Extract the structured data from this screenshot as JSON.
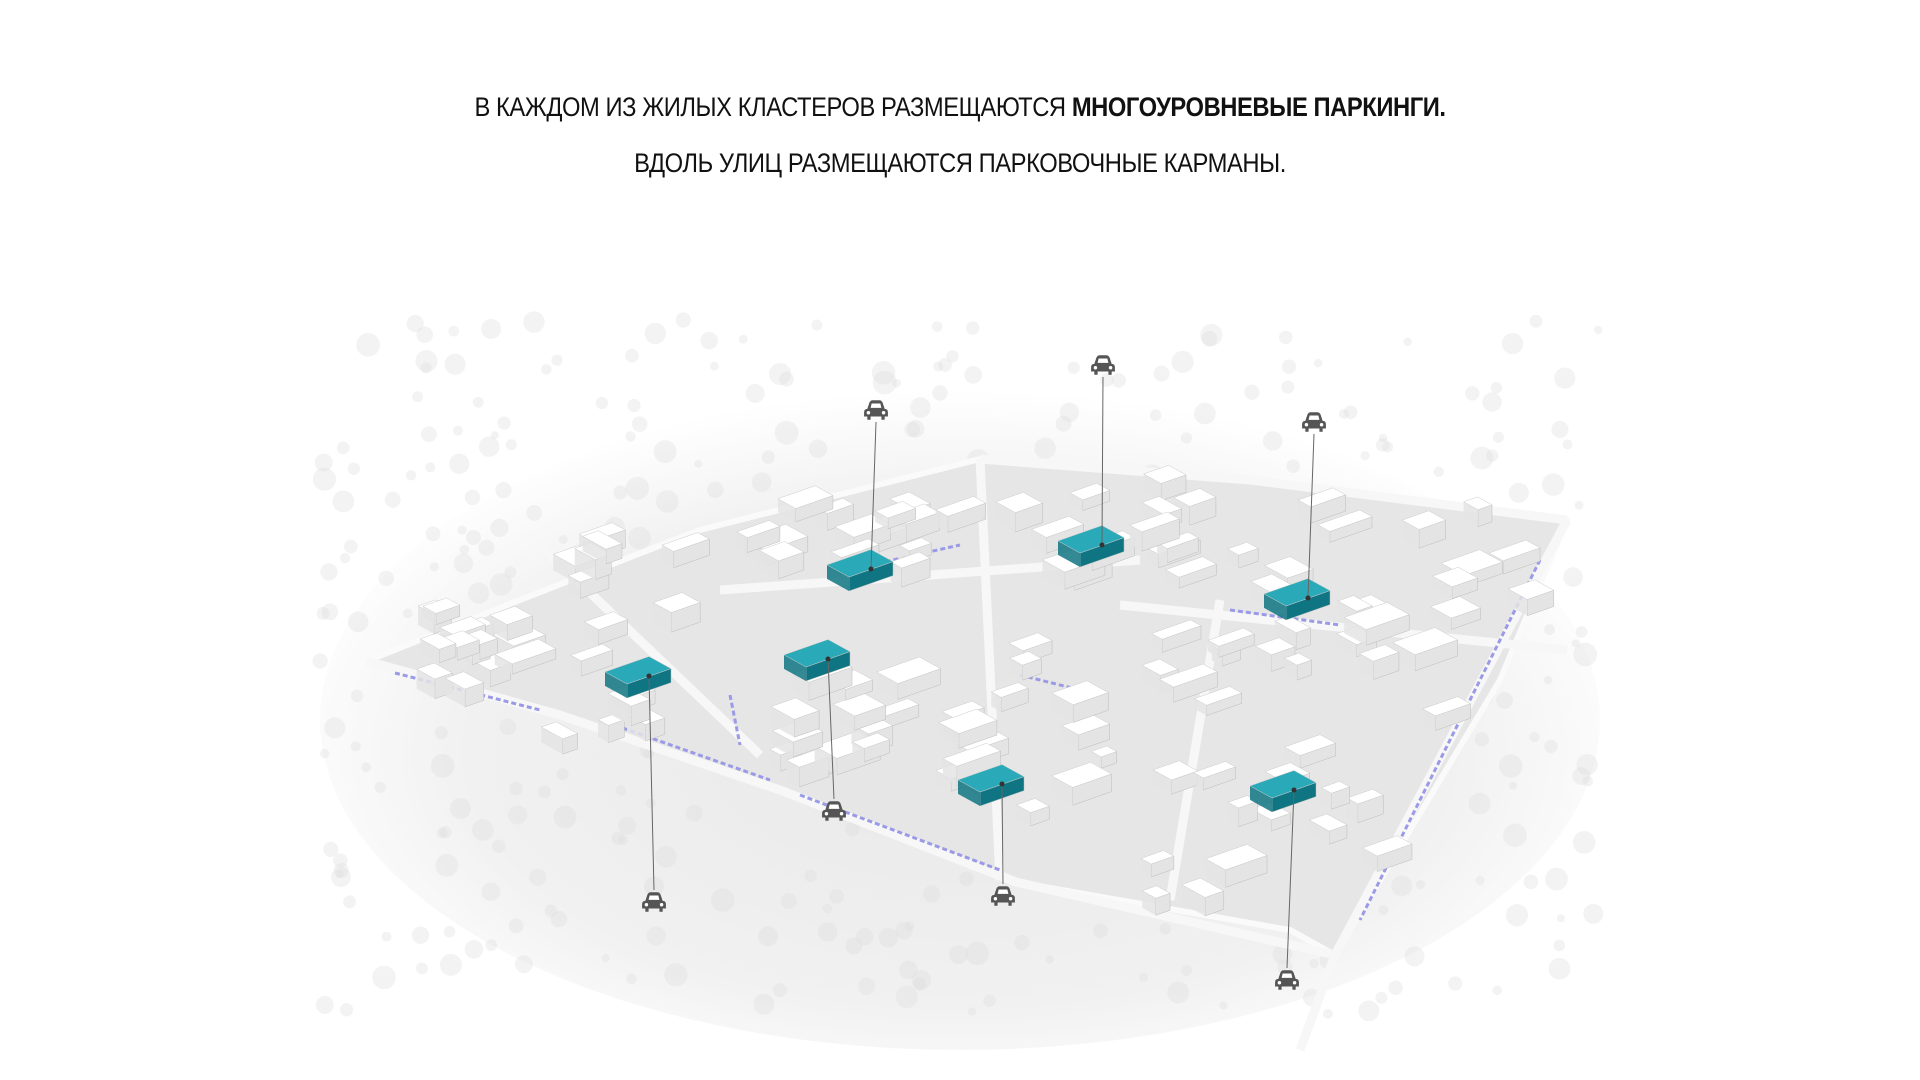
{
  "heading": {
    "line1_regular": "В КАЖДОМ ИЗ ЖИЛЫХ КЛАСТЕРОВ РАЗМЕЩАЮТСЯ ",
    "line1_bold": "МНОГОУРОВНЕВЫЕ ПАРКИНГИ.",
    "line2": "ВДОЛЬ УЛИЦ РАЗМЕЩАЮТСЯ ПАРКОВОЧНЫЕ КАРМАНЫ."
  },
  "colors": {
    "parking": "#2aa9b8",
    "parking_dark": "#0f7582",
    "ground": "#e9e9e9",
    "road": "#f6f6f6",
    "parking_pocket": "#9a9ae6",
    "car_icon": "#555555"
  },
  "legend_icons": [
    "car-icon"
  ],
  "parking_count": 7
}
